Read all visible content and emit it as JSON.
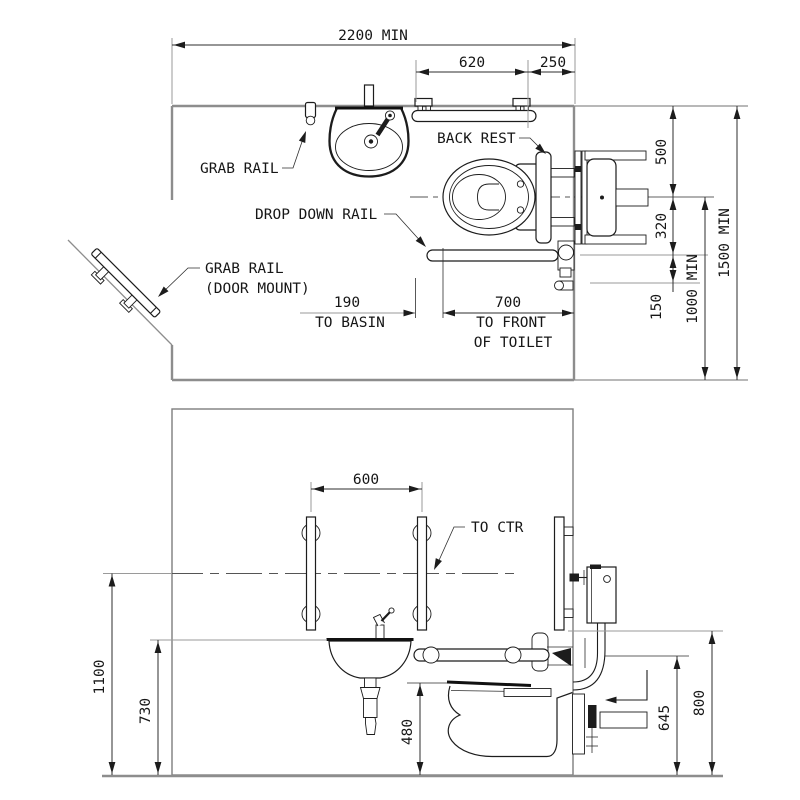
{
  "drawing": {
    "views": [
      "plan",
      "elevation"
    ],
    "subject": "accessible-toilet-room-setout"
  },
  "colors": {
    "background": "#ffffff",
    "line": "#1c1c1c",
    "wall_gray": "#8d8d8d",
    "dimension": "#2e2e2e"
  },
  "plan": {
    "dims": {
      "overall": "2200 MIN",
      "d620": "620",
      "d250": "250",
      "d500": "500",
      "d320": "320",
      "d150": "150",
      "d1000": "1000 MIN",
      "d1500": "1500 MIN",
      "d190": "190",
      "d190_label": "TO BASIN",
      "d700": "700",
      "d700_label1": "TO FRONT",
      "d700_label2": "OF TOILET"
    },
    "labels": {
      "grab_rail": "GRAB RAIL",
      "back_rest": "BACK REST",
      "drop_down_rail": "DROP DOWN RAIL",
      "door_rail1": "GRAB RAIL",
      "door_rail2": "(DOOR MOUNT)"
    }
  },
  "elevation": {
    "dims": {
      "d600": "600",
      "d1100": "1100",
      "d730": "730",
      "d480": "480",
      "d645": "645",
      "d800": "800"
    },
    "labels": {
      "to_ctr": "TO CTR"
    }
  }
}
